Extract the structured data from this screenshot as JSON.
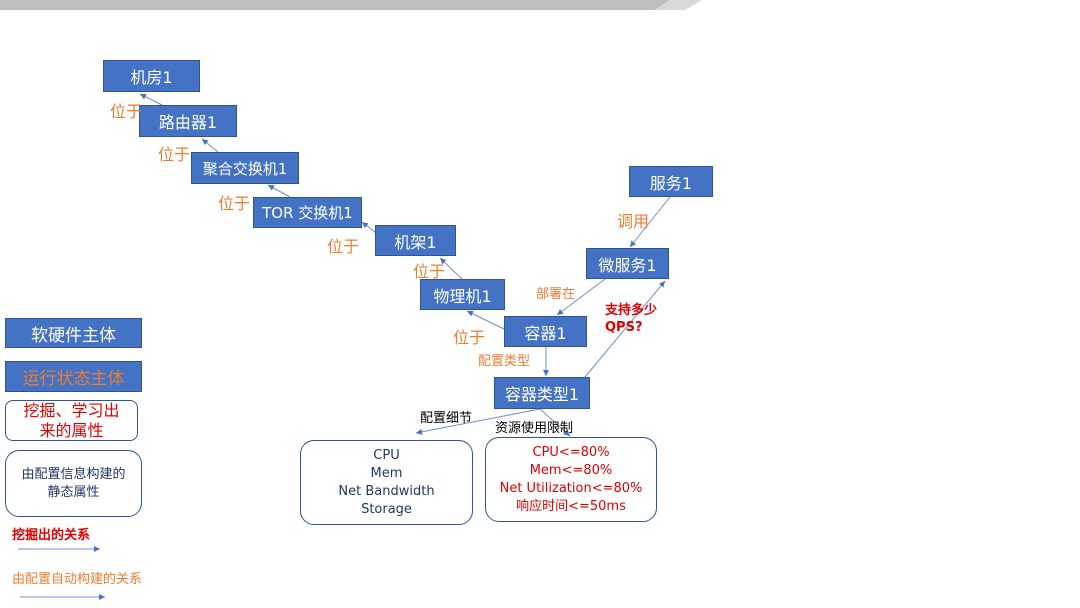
{
  "entities": {
    "jifang": "机房1",
    "router": "路由器1",
    "agg": "聚合交换机1",
    "tor": "TOR 交换机1",
    "rack": "机架1",
    "phys": "物理机1",
    "container": "容器1",
    "ctype": "容器类型1",
    "service": "服务1",
    "micro": "微服务1"
  },
  "relations": {
    "l1": "位于",
    "l2": "位于",
    "l3": "位于",
    "l4": "位于",
    "l5": "位于",
    "l6": "位于",
    "call": "调用",
    "deploy": "部署在",
    "ctype": "配置类型",
    "qps": [
      "支持多少",
      "QPS?"
    ],
    "detail": "配置细节",
    "limit": "资源使用限制"
  },
  "static_attrs": [
    "CPU",
    "Mem",
    "Net Bandwidth",
    "Storage"
  ],
  "mined_attrs": [
    "CPU<=80%",
    "Mem<=80%",
    "Net Utilization<=80%",
    "响应时间<=50ms"
  ],
  "legend": {
    "hw": "软硬件主体",
    "runtime": "运行状态主体",
    "mined_attr": "挖掘、学习出来的属性",
    "static_attr": "由配置信息构建的静态属性",
    "mined_rel": "挖掘出的关系",
    "config_rel": "由配置自动构建的关系"
  },
  "colors": {
    "entity": "#4472c4",
    "orange": "#ed7d31",
    "red": "#e00000",
    "navy": "#1f3864"
  }
}
